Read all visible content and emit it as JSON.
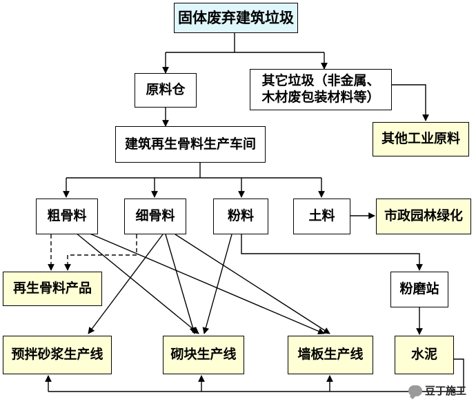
{
  "nodes": {
    "root": "固体废弃建筑垃圾",
    "raw_storage": "原料仓",
    "other_waste_line1": "其它垃圾（非金属、",
    "other_waste_line2": "木材废包装材料等）",
    "other_materials": "其他工业原料",
    "workshop": "建筑再生骨料生产车间",
    "coarse": "粗骨料",
    "fine": "细骨料",
    "powder": "粉料",
    "soil": "土料",
    "greening": "市政园林绿化",
    "recycled_product": "再生骨料产品",
    "grinding": "粉磨站",
    "premix_line": "预拌砂浆生产线",
    "block_line": "砌块生产线",
    "wallboard_line": "墙板生产线",
    "cement": "水泥"
  },
  "watermark": {
    "text": "豆丁施工",
    "icon": "wechat-bubble-icon"
  },
  "colors": {
    "root_fill": "#dff6fb",
    "product_fill": "#ffffd6",
    "line": "#000000"
  }
}
